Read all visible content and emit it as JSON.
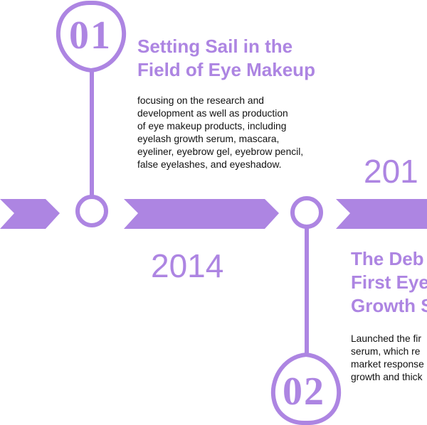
{
  "theme": {
    "accent": "#ad85e2",
    "text": "#111111",
    "background": "#ffffff"
  },
  "milestones": [
    {
      "number": "01",
      "title_lines": [
        "Setting Sail in the",
        "Field of Eye Makeup"
      ],
      "body_lines": [
        "focusing on the research and",
        "development as well as production",
        "of eye makeup products, including",
        "eyelash growth serum, mascara,",
        "eyeliner, eyebrow gel, eyebrow pencil,",
        "false eyelashes, and eyeshadow."
      ],
      "year": "2014"
    },
    {
      "number": "02",
      "title_lines": [
        "The Deb",
        "First Eye",
        "Growth S"
      ],
      "body_lines": [
        "Launched the fir",
        "serum, which re",
        "market response",
        "growth and thick"
      ],
      "year": "201"
    }
  ]
}
